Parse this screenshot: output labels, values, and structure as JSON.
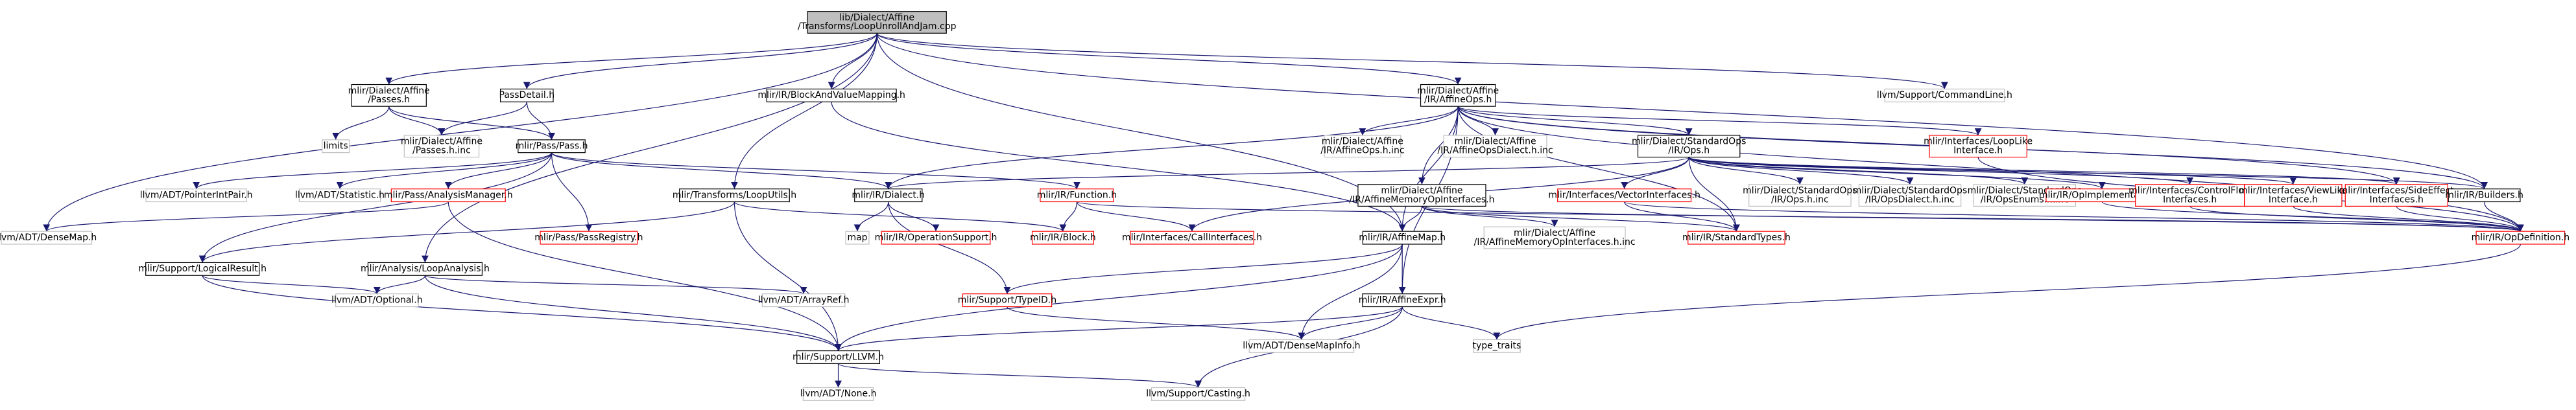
{
  "colors": {
    "edge": "#191970",
    "border_black": "#000000",
    "border_red": "#ff0000",
    "border_gray": "#bfbfbf",
    "root_fill": "#bfbfbf",
    "text_black": "#000000"
  },
  "nodes": [
    {
      "id": "root",
      "lines": [
        "lib/Dialect/Affine",
        "/Transforms/LoopUnrollAndJam.cpp"
      ],
      "style": "root"
    },
    {
      "id": "dialect_passes",
      "lines": [
        "mlir/Dialect/Affine",
        "/Passes.h"
      ],
      "style": "black"
    },
    {
      "id": "pass_detail",
      "lines": [
        "PassDetail.h"
      ],
      "style": "black"
    },
    {
      "id": "block_value_mapping",
      "lines": [
        "mlir/IR/BlockAndValueMapping.h"
      ],
      "style": "black"
    },
    {
      "id": "affine_ops",
      "lines": [
        "mlir/Dialect/Affine",
        "/IR/AffineOps.h"
      ],
      "style": "black"
    },
    {
      "id": "command_line",
      "lines": [
        "llvm/Support/CommandLine.h"
      ],
      "style": "gray"
    },
    {
      "id": "limits",
      "lines": [
        "limits"
      ],
      "style": "gray"
    },
    {
      "id": "passes_inc",
      "lines": [
        "mlir/Dialect/Affine",
        "/Passes.h.inc"
      ],
      "style": "gray"
    },
    {
      "id": "pass_h",
      "lines": [
        "mlir/Pass/Pass.h"
      ],
      "style": "black"
    },
    {
      "id": "affine_ops_inc",
      "lines": [
        "mlir/Dialect/Affine",
        "/IR/AffineOps.h.inc"
      ],
      "style": "gray"
    },
    {
      "id": "affine_ops_dialect_inc",
      "lines": [
        "mlir/Dialect/Affine",
        "/IR/AffineOpsDialect.h.inc"
      ],
      "style": "gray"
    },
    {
      "id": "std_ops",
      "lines": [
        "mlir/Dialect/StandardOps",
        "/IR/Ops.h"
      ],
      "style": "black"
    },
    {
      "id": "loop_like",
      "lines": [
        "mlir/Interfaces/LoopLike",
        "Interface.h"
      ],
      "style": "red"
    },
    {
      "id": "pointer_int_pair",
      "lines": [
        "llvm/ADT/PointerIntPair.h"
      ],
      "style": "gray"
    },
    {
      "id": "statistic",
      "lines": [
        "llvm/ADT/Statistic.h"
      ],
      "style": "gray"
    },
    {
      "id": "analysis_manager",
      "lines": [
        "mlir/Pass/AnalysisManager.h"
      ],
      "style": "red"
    },
    {
      "id": "loop_utils",
      "lines": [
        "mlir/Transforms/LoopUtils.h"
      ],
      "style": "black"
    },
    {
      "id": "dialect_h",
      "lines": [
        "mlir/IR/Dialect.h"
      ],
      "style": "black"
    },
    {
      "id": "function_h",
      "lines": [
        "mlir/IR/Function.h"
      ],
      "style": "red"
    },
    {
      "id": "affine_mem_op",
      "lines": [
        "mlir/Dialect/Affine",
        "/IR/AffineMemoryOpInterfaces.h"
      ],
      "style": "black"
    },
    {
      "id": "vector_interfaces",
      "lines": [
        "mlir/Interfaces/VectorInterfaces.h"
      ],
      "style": "red"
    },
    {
      "id": "std_ops_inc",
      "lines": [
        "mlir/Dialect/StandardOps",
        "/IR/Ops.h.inc"
      ],
      "style": "gray"
    },
    {
      "id": "std_ops_dialect_inc",
      "lines": [
        "mlir/Dialect/StandardOps",
        "/IR/OpsDialect.h.inc"
      ],
      "style": "gray"
    },
    {
      "id": "std_ops_enums_inc",
      "lines": [
        "mlir/Dialect/StandardOps",
        "/IR/OpsEnums.h.inc"
      ],
      "style": "gray"
    },
    {
      "id": "op_implementation",
      "lines": [
        "mlir/IR/OpImplementation.h"
      ],
      "style": "red"
    },
    {
      "id": "control_flow",
      "lines": [
        "mlir/Interfaces/ControlFlow",
        "Interfaces.h"
      ],
      "style": "red"
    },
    {
      "id": "view_like",
      "lines": [
        "mlir/Interfaces/ViewLike",
        "Interface.h"
      ],
      "style": "red"
    },
    {
      "id": "side_effect",
      "lines": [
        "mlir/Interfaces/SideEffect",
        "Interfaces.h"
      ],
      "style": "red"
    },
    {
      "id": "builders",
      "lines": [
        "mlir/IR/Builders.h"
      ],
      "style": "black"
    },
    {
      "id": "dense_map",
      "lines": [
        "llvm/ADT/DenseMap.h"
      ],
      "style": "gray"
    },
    {
      "id": "pass_registry",
      "lines": [
        "mlir/Pass/PassRegistry.h"
      ],
      "style": "red"
    },
    {
      "id": "map",
      "lines": [
        "map"
      ],
      "style": "gray"
    },
    {
      "id": "operation_support",
      "lines": [
        "mlir/IR/OperationSupport.h"
      ],
      "style": "red"
    },
    {
      "id": "block_h",
      "lines": [
        "mlir/IR/Block.h"
      ],
      "style": "red"
    },
    {
      "id": "call_interfaces",
      "lines": [
        "mlir/Interfaces/CallInterfaces.h"
      ],
      "style": "red"
    },
    {
      "id": "affine_map",
      "lines": [
        "mlir/IR/AffineMap.h"
      ],
      "style": "black"
    },
    {
      "id": "affine_mem_op_inc",
      "lines": [
        "mlir/Dialect/Affine",
        "/IR/AffineMemoryOpInterfaces.h.inc"
      ],
      "style": "gray"
    },
    {
      "id": "standard_types",
      "lines": [
        "mlir/IR/StandardTypes.h"
      ],
      "style": "red"
    },
    {
      "id": "op_definition",
      "lines": [
        "mlir/IR/OpDefinition.h"
      ],
      "style": "red"
    },
    {
      "id": "logical_result",
      "lines": [
        "mlir/Support/LogicalResult.h"
      ],
      "style": "black"
    },
    {
      "id": "loop_analysis",
      "lines": [
        "mlir/Analysis/LoopAnalysis.h"
      ],
      "style": "black"
    },
    {
      "id": "optional",
      "lines": [
        "llvm/ADT/Optional.h"
      ],
      "style": "gray"
    },
    {
      "id": "array_ref",
      "lines": [
        "llvm/ADT/ArrayRef.h"
      ],
      "style": "gray"
    },
    {
      "id": "type_id",
      "lines": [
        "mlir/Support/TypeID.h"
      ],
      "style": "red"
    },
    {
      "id": "affine_expr",
      "lines": [
        "mlir/IR/AffineExpr.h"
      ],
      "style": "black"
    },
    {
      "id": "type_traits",
      "lines": [
        "type_traits"
      ],
      "style": "gray"
    },
    {
      "id": "llvm_h",
      "lines": [
        "mlir/Support/LLVM.h"
      ],
      "style": "black"
    },
    {
      "id": "dense_map_info",
      "lines": [
        "llvm/ADT/DenseMapInfo.h"
      ],
      "style": "gray"
    },
    {
      "id": "none_h",
      "lines": [
        "llvm/ADT/None.h"
      ],
      "style": "gray"
    },
    {
      "id": "casting",
      "lines": [
        "llvm/Support/Casting.h"
      ],
      "style": "gray"
    }
  ],
  "edges": [
    [
      "root",
      "dialect_passes"
    ],
    [
      "root",
      "pass_detail"
    ],
    [
      "root",
      "block_value_mapping"
    ],
    [
      "root",
      "affine_ops"
    ],
    [
      "root",
      "command_line"
    ],
    [
      "root",
      "loop_utils"
    ],
    [
      "root",
      "loop_analysis"
    ],
    [
      "root",
      "dense_map"
    ],
    [
      "root",
      "affine_map"
    ],
    [
      "root",
      "builders"
    ],
    [
      "dialect_passes",
      "limits"
    ],
    [
      "dialect_passes",
      "passes_inc"
    ],
    [
      "dialect_passes",
      "pass_h"
    ],
    [
      "pass_detail",
      "passes_inc"
    ],
    [
      "pass_detail",
      "pass_h"
    ],
    [
      "block_value_mapping",
      "affine_map"
    ],
    [
      "affine_ops",
      "affine_ops_inc"
    ],
    [
      "affine_ops",
      "affine_ops_dialect_inc"
    ],
    [
      "affine_ops",
      "std_ops"
    ],
    [
      "affine_ops",
      "loop_like"
    ],
    [
      "affine_ops",
      "dialect_h"
    ],
    [
      "affine_ops",
      "affine_mem_op"
    ],
    [
      "affine_ops",
      "affine_map"
    ],
    [
      "affine_ops",
      "standard_types"
    ],
    [
      "affine_ops",
      "side_effect"
    ],
    [
      "affine_ops",
      "builders"
    ],
    [
      "affine_ops",
      "affine_expr"
    ],
    [
      "affine_ops",
      "op_definition"
    ],
    [
      "pass_h",
      "pointer_int_pair"
    ],
    [
      "pass_h",
      "statistic"
    ],
    [
      "pass_h",
      "analysis_manager"
    ],
    [
      "pass_h",
      "dialect_h"
    ],
    [
      "pass_h",
      "function_h"
    ],
    [
      "pass_h",
      "pass_registry"
    ],
    [
      "pass_h",
      "logical_result"
    ],
    [
      "std_ops",
      "std_ops_inc"
    ],
    [
      "std_ops",
      "std_ops_dialect_inc"
    ],
    [
      "std_ops",
      "std_ops_enums_inc"
    ],
    [
      "std_ops",
      "vector_interfaces"
    ],
    [
      "std_ops",
      "op_implementation"
    ],
    [
      "std_ops",
      "control_flow"
    ],
    [
      "std_ops",
      "view_like"
    ],
    [
      "std_ops",
      "side_effect"
    ],
    [
      "std_ops",
      "builders"
    ],
    [
      "std_ops",
      "dialect_h"
    ],
    [
      "std_ops",
      "call_interfaces"
    ],
    [
      "std_ops",
      "standard_types"
    ],
    [
      "loop_like",
      "op_definition"
    ],
    [
      "analysis_manager",
      "dense_map"
    ],
    [
      "analysis_manager",
      "llvm_h"
    ],
    [
      "loop_utils",
      "logical_result"
    ],
    [
      "loop_utils",
      "block_h"
    ],
    [
      "loop_utils",
      "llvm_h"
    ],
    [
      "dialect_h",
      "map"
    ],
    [
      "dialect_h",
      "operation_support"
    ],
    [
      "dialect_h",
      "type_id"
    ],
    [
      "function_h",
      "block_h"
    ],
    [
      "function_h",
      "call_interfaces"
    ],
    [
      "function_h",
      "op_definition"
    ],
    [
      "affine_mem_op",
      "affine_mem_op_inc"
    ],
    [
      "affine_mem_op",
      "affine_map"
    ],
    [
      "affine_mem_op",
      "op_definition"
    ],
    [
      "affine_mem_op",
      "standard_types"
    ],
    [
      "vector_interfaces",
      "standard_types"
    ],
    [
      "vector_interfaces",
      "op_definition"
    ],
    [
      "op_implementation",
      "op_definition"
    ],
    [
      "control_flow",
      "op_definition"
    ],
    [
      "view_like",
      "op_definition"
    ],
    [
      "side_effect",
      "op_definition"
    ],
    [
      "builders",
      "op_definition"
    ],
    [
      "op_definition",
      "type_traits"
    ],
    [
      "logical_result",
      "optional"
    ],
    [
      "logical_result",
      "llvm_h"
    ],
    [
      "loop_analysis",
      "optional"
    ],
    [
      "loop_analysis",
      "array_ref"
    ],
    [
      "loop_analysis",
      "llvm_h"
    ],
    [
      "affine_map",
      "affine_expr"
    ],
    [
      "affine_map",
      "dense_map_info"
    ],
    [
      "affine_map",
      "llvm_h"
    ],
    [
      "affine_map",
      "type_id"
    ],
    [
      "affine_expr",
      "llvm_h"
    ],
    [
      "affine_expr",
      "dense_map_info"
    ],
    [
      "affine_expr",
      "type_traits"
    ],
    [
      "affine_expr",
      "casting"
    ],
    [
      "type_id",
      "dense_map_info"
    ],
    [
      "llvm_h",
      "none_h"
    ],
    [
      "llvm_h",
      "casting"
    ]
  ]
}
